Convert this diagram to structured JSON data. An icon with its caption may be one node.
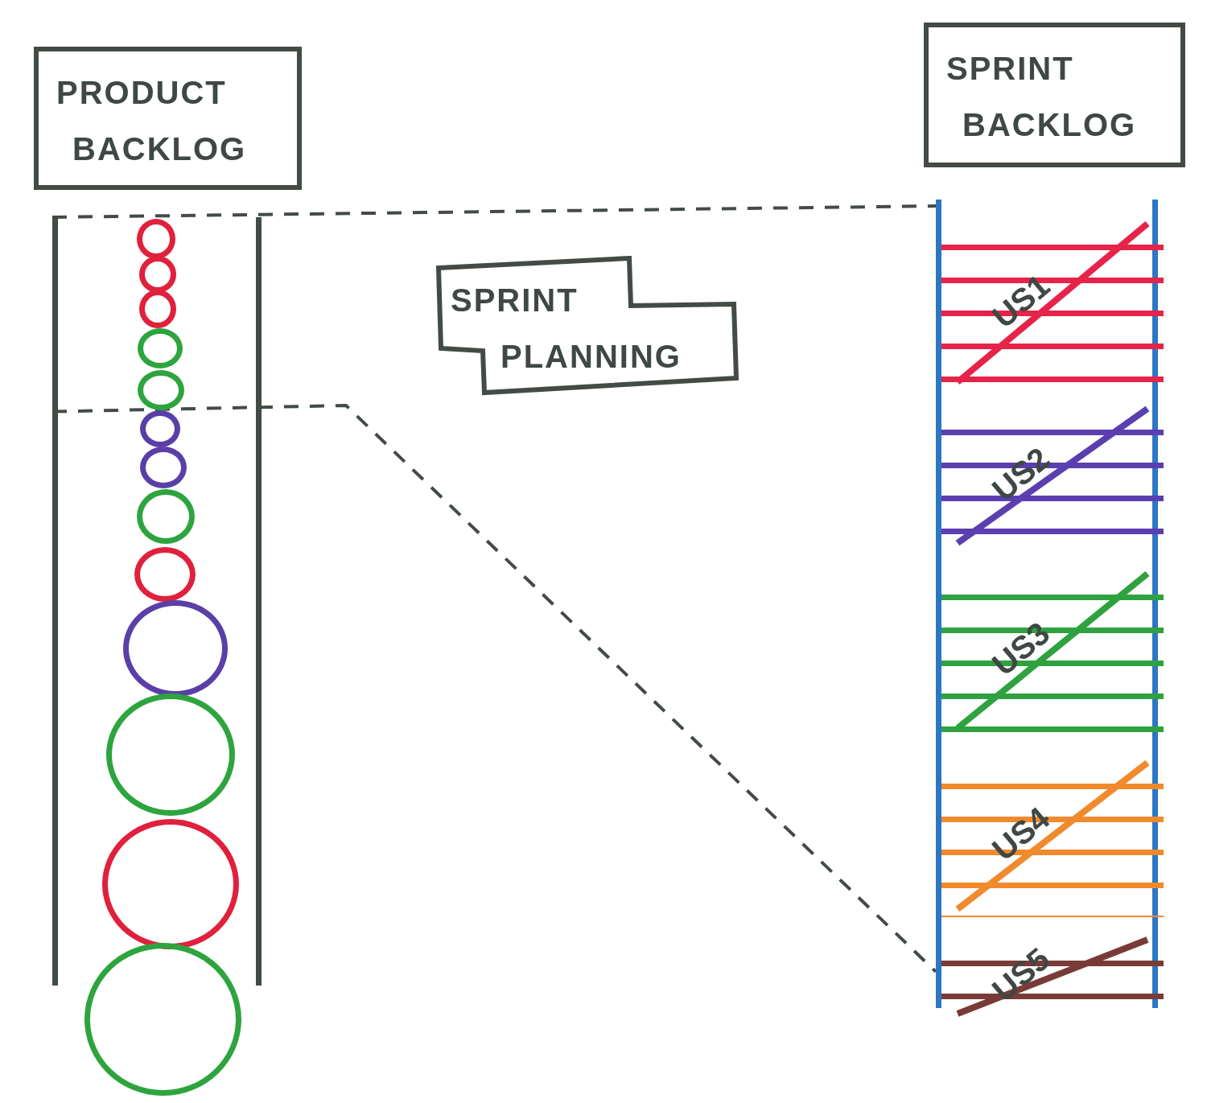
{
  "diagram": {
    "nodes": [
      {
        "text": [
          "PRODUCT BACKLOG"
        ]
      },
      {
        "text": [
          "SPRINT BACKLOG"
        ]
      },
      {
        "text": [],
        "shape": "box"
      },
      {
        "text": [],
        "shape": "circle",
        "in": 2
      },
      {
        "text": [],
        "shape": "circle",
        "in": 2
      },
      {
        "text": [],
        "shape": "circle",
        "in": 2
      },
      {
        "text": [],
        "shape": "circle",
        "in": 2
      },
      {
        "text": [],
        "shape": "circle",
        "in": 2
      },
      {
        "text": [],
        "shape": "circle",
        "in": 2
      },
      {
        "text": [],
        "shape": "circle",
        "in": 2
      },
      {
        "text": [],
        "shape": "circle",
        "in": 2
      },
      {
        "text": [],
        "shape": "circle",
        "in": 2
      },
      {
        "text": [],
        "shape": "circle",
        "in": 2
      },
      {
        "text": [],
        "shape": "circle",
        "in": 2
      },
      {
        "text": [],
        "shape": "circle",
        "in": 2
      },
      {
        "text": [],
        "shape": "circle"
      },
      {
        "text": [
          "SPRINT PLANNING"
        ]
      },
      {
        "text": [],
        "shape": "box"
      },
      {
        "text": [
          "US1"
        ],
        "in": 17
      },
      {
        "text": [
          "US2"
        ],
        "in": 17
      },
      {
        "text": [
          "US3"
        ],
        "in": 17
      },
      {
        "text": [
          "US4"
        ],
        "in": 17
      },
      {
        "text": [
          "US5"
        ],
        "in": 17
      }
    ],
    "edges": [
      {
        "from": 2,
        "to": 17,
        "arrow": "none",
        "style": "dashed"
      },
      {
        "from": 2,
        "to": 17,
        "arrow": "none",
        "style": "dashed"
      }
    ]
  }
}
